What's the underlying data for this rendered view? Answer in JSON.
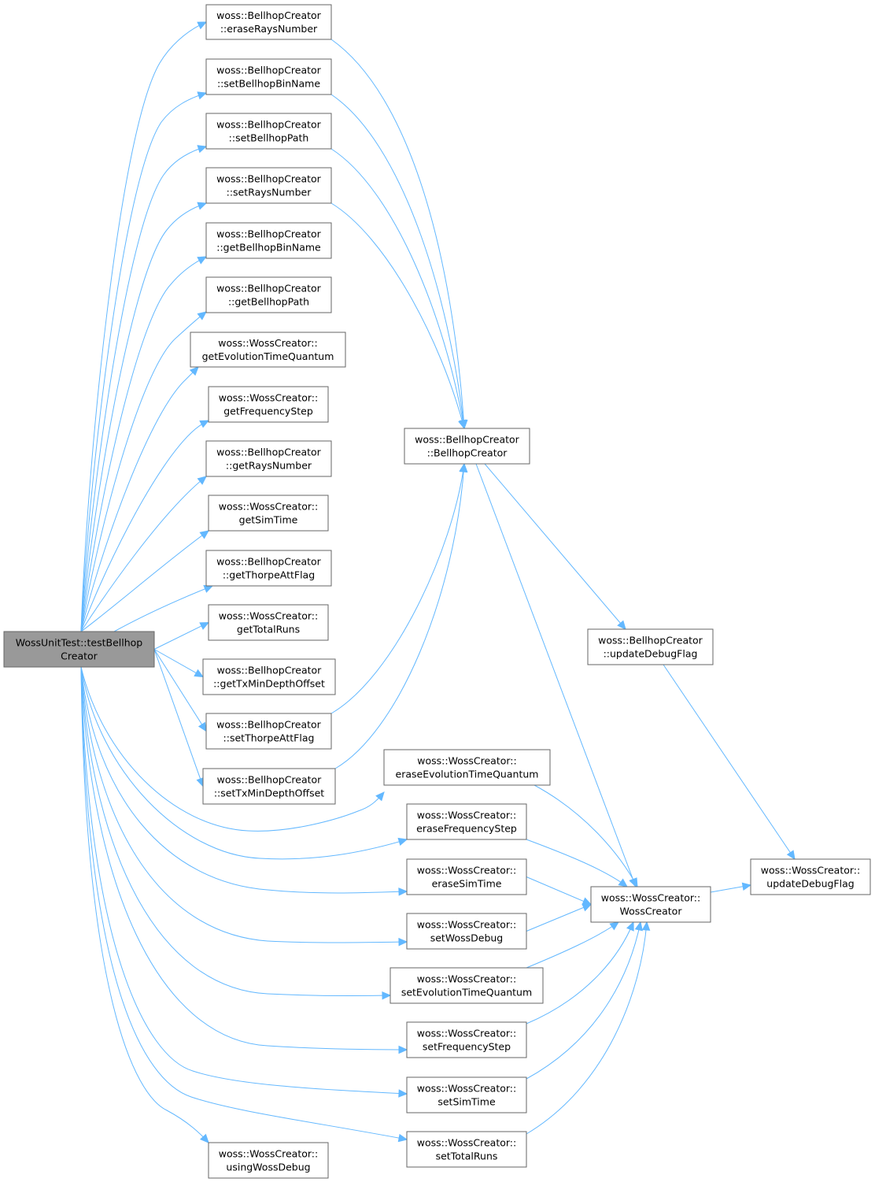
{
  "graph": {
    "title": "",
    "nodes": [
      {
        "id": "root",
        "lines": [
          "WossUnitTest::testBellhop",
          "Creator"
        ],
        "root": true
      },
      {
        "id": "eraseRaysNumber",
        "lines": [
          "woss::BellhopCreator",
          "::eraseRaysNumber"
        ]
      },
      {
        "id": "setBellhopBinName",
        "lines": [
          "woss::BellhopCreator",
          "::setBellhopBinName"
        ]
      },
      {
        "id": "setBellhopPath",
        "lines": [
          "woss::BellhopCreator",
          "::setBellhopPath"
        ]
      },
      {
        "id": "setRaysNumber",
        "lines": [
          "woss::BellhopCreator",
          "::setRaysNumber"
        ]
      },
      {
        "id": "getBellhopBinName",
        "lines": [
          "woss::BellhopCreator",
          "::getBellhopBinName"
        ]
      },
      {
        "id": "getBellhopPath",
        "lines": [
          "woss::BellhopCreator",
          "::getBellhopPath"
        ]
      },
      {
        "id": "getEvolutionTimeQuantum",
        "lines": [
          "woss::WossCreator::",
          "getEvolutionTimeQuantum"
        ]
      },
      {
        "id": "getFrequencyStep",
        "lines": [
          "woss::WossCreator::",
          "getFrequencyStep"
        ]
      },
      {
        "id": "getRaysNumber",
        "lines": [
          "woss::BellhopCreator",
          "::getRaysNumber"
        ]
      },
      {
        "id": "getSimTime",
        "lines": [
          "woss::WossCreator::",
          "getSimTime"
        ]
      },
      {
        "id": "getThorpeAttFlag",
        "lines": [
          "woss::BellhopCreator",
          "::getThorpeAttFlag"
        ]
      },
      {
        "id": "getTotalRuns",
        "lines": [
          "woss::WossCreator::",
          "getTotalRuns"
        ]
      },
      {
        "id": "getTxMinDepthOffset",
        "lines": [
          "woss::BellhopCreator",
          "::getTxMinDepthOffset"
        ]
      },
      {
        "id": "setThorpeAttFlag",
        "lines": [
          "woss::BellhopCreator",
          "::setThorpeAttFlag"
        ]
      },
      {
        "id": "setTxMinDepthOffset",
        "lines": [
          "woss::BellhopCreator",
          "::setTxMinDepthOffset"
        ]
      },
      {
        "id": "usingWossDebug",
        "lines": [
          "woss::WossCreator::",
          "usingWossDebug"
        ]
      },
      {
        "id": "BellhopCreatorCtor",
        "lines": [
          "woss::BellhopCreator",
          "::BellhopCreator"
        ]
      },
      {
        "id": "eraseEvolutionTimeQuantum",
        "lines": [
          "woss::WossCreator::",
          "eraseEvolutionTimeQuantum"
        ]
      },
      {
        "id": "eraseFrequencyStep",
        "lines": [
          "woss::WossCreator::",
          "eraseFrequencyStep"
        ]
      },
      {
        "id": "eraseSimTime",
        "lines": [
          "woss::WossCreator::",
          "eraseSimTime"
        ]
      },
      {
        "id": "setWossDebug",
        "lines": [
          "woss::WossCreator::",
          "setWossDebug"
        ]
      },
      {
        "id": "setEvolutionTimeQuantum",
        "lines": [
          "woss::WossCreator::",
          "setEvolutionTimeQuantum"
        ]
      },
      {
        "id": "setFrequencyStep",
        "lines": [
          "woss::WossCreator::",
          "setFrequencyStep"
        ]
      },
      {
        "id": "setSimTime",
        "lines": [
          "woss::WossCreator::",
          "setSimTime"
        ]
      },
      {
        "id": "setTotalRuns",
        "lines": [
          "woss::WossCreator::",
          "setTotalRuns"
        ]
      },
      {
        "id": "bhUpdateDebugFlag",
        "lines": [
          "woss::BellhopCreator",
          "::updateDebugFlag"
        ]
      },
      {
        "id": "WossCreatorCtor",
        "lines": [
          "woss::WossCreator::",
          "WossCreator"
        ]
      },
      {
        "id": "wcUpdateDebugFlag",
        "lines": [
          "woss::WossCreator::",
          "updateDebugFlag"
        ]
      }
    ],
    "edges": [
      [
        "root",
        "eraseRaysNumber"
      ],
      [
        "root",
        "setBellhopBinName"
      ],
      [
        "root",
        "setBellhopPath"
      ],
      [
        "root",
        "setRaysNumber"
      ],
      [
        "root",
        "getBellhopBinName"
      ],
      [
        "root",
        "getBellhopPath"
      ],
      [
        "root",
        "getEvolutionTimeQuantum"
      ],
      [
        "root",
        "getFrequencyStep"
      ],
      [
        "root",
        "getRaysNumber"
      ],
      [
        "root",
        "getSimTime"
      ],
      [
        "root",
        "getThorpeAttFlag"
      ],
      [
        "root",
        "getTotalRuns"
      ],
      [
        "root",
        "getTxMinDepthOffset"
      ],
      [
        "root",
        "setThorpeAttFlag"
      ],
      [
        "root",
        "setTxMinDepthOffset"
      ],
      [
        "root",
        "eraseEvolutionTimeQuantum"
      ],
      [
        "root",
        "eraseFrequencyStep"
      ],
      [
        "root",
        "eraseSimTime"
      ],
      [
        "root",
        "setWossDebug"
      ],
      [
        "root",
        "setEvolutionTimeQuantum"
      ],
      [
        "root",
        "setFrequencyStep"
      ],
      [
        "root",
        "setSimTime"
      ],
      [
        "root",
        "setTotalRuns"
      ],
      [
        "root",
        "usingWossDebug"
      ],
      [
        "eraseRaysNumber",
        "BellhopCreatorCtor"
      ],
      [
        "setBellhopBinName",
        "BellhopCreatorCtor"
      ],
      [
        "setBellhopPath",
        "BellhopCreatorCtor"
      ],
      [
        "setRaysNumber",
        "BellhopCreatorCtor"
      ],
      [
        "setThorpeAttFlag",
        "BellhopCreatorCtor"
      ],
      [
        "setTxMinDepthOffset",
        "BellhopCreatorCtor"
      ],
      [
        "BellhopCreatorCtor",
        "bhUpdateDebugFlag"
      ],
      [
        "BellhopCreatorCtor",
        "WossCreatorCtor"
      ],
      [
        "bhUpdateDebugFlag",
        "wcUpdateDebugFlag"
      ],
      [
        "eraseEvolutionTimeQuantum",
        "WossCreatorCtor"
      ],
      [
        "eraseFrequencyStep",
        "WossCreatorCtor"
      ],
      [
        "eraseSimTime",
        "WossCreatorCtor"
      ],
      [
        "setWossDebug",
        "WossCreatorCtor"
      ],
      [
        "setEvolutionTimeQuantum",
        "WossCreatorCtor"
      ],
      [
        "setFrequencyStep",
        "WossCreatorCtor"
      ],
      [
        "setSimTime",
        "WossCreatorCtor"
      ],
      [
        "setTotalRuns",
        "WossCreatorCtor"
      ],
      [
        "WossCreatorCtor",
        "wcUpdateDebugFlag"
      ]
    ]
  }
}
